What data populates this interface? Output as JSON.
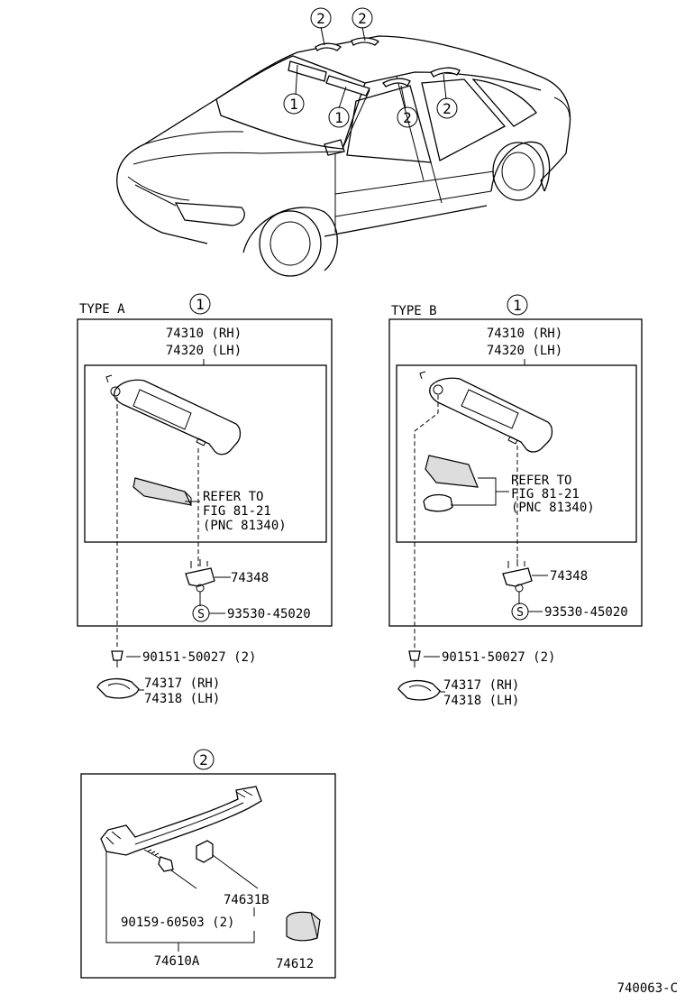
{
  "callouts": {
    "one": "1",
    "two": "2"
  },
  "type_a": {
    "label": "TYPE A",
    "visor_rh": "74310 (RH)",
    "visor_lh": "74320 (LH)",
    "refer_line1": "REFER TO",
    "refer_line2": "FIG 81-21",
    "refer_line3": "(PNC 81340)",
    "holder": "74348",
    "screw_symbol": "S",
    "screw": "93530-45020",
    "clip": "90151-50027 (2)",
    "cover_rh": "74317 (RH)",
    "cover_lh": "74318 (LH)"
  },
  "type_b": {
    "label": "TYPE B",
    "visor_rh": "74310 (RH)",
    "visor_lh": "74320 (LH)",
    "refer_line1": "REFER TO",
    "refer_line2": "FIG 81-21",
    "refer_line3": "(PNC 81340)",
    "holder": "74348",
    "screw_symbol": "S",
    "screw": "93530-45020",
    "clip": "90151-50027 (2)",
    "cover_rh": "74317 (RH)",
    "cover_lh": "74318 (LH)"
  },
  "grip": {
    "cap": "74631B",
    "bolt": "90159-60503 (2)",
    "assembly": "74610A",
    "plug": "74612"
  },
  "figure_code": "740063-C"
}
